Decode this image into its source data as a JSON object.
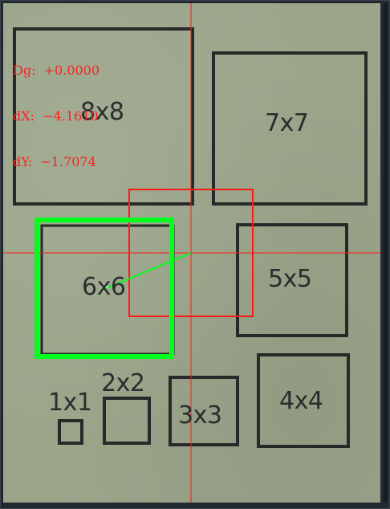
{
  "readout": {
    "dg_label": "Dg:",
    "dg_value": "+0.0000",
    "dx_label": "dX:",
    "dx_value": "−4.1610",
    "dy_label": "dY:",
    "dy_value": "−1.7074"
  },
  "squares": {
    "s8": "8x8",
    "s7": "7x7",
    "s6": "6x6",
    "s5": "5x5",
    "s4": "4x4",
    "s3": "3x3",
    "s2": "2x2",
    "s1": "1x1"
  },
  "colors": {
    "crosshair": "#ff1a1a",
    "selection": "#00ff1a",
    "paper": "#9aa58a",
    "ink": "#2a2d2c"
  }
}
